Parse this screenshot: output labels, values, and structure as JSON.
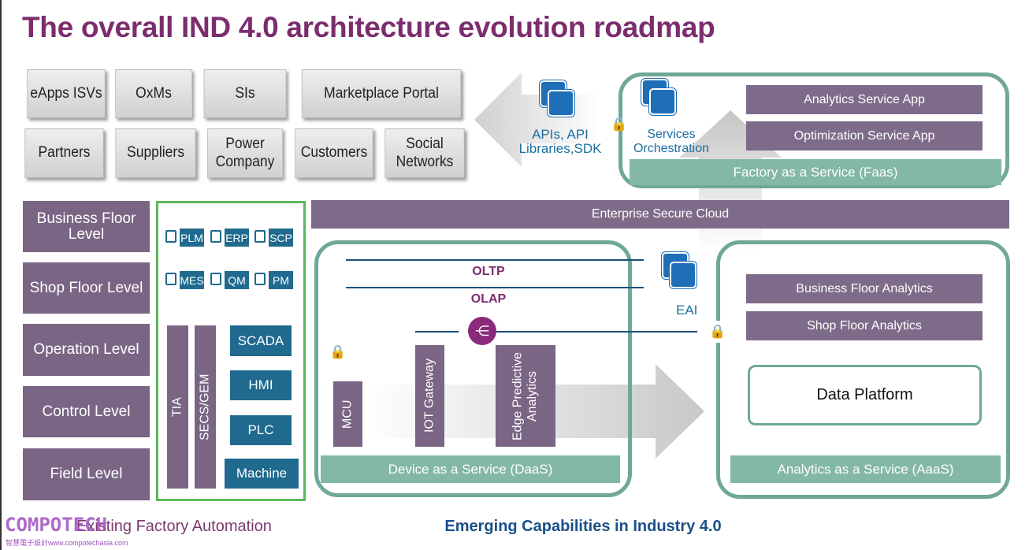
{
  "title": "The overall IND 4.0 architecture evolution roadmap",
  "ecosystem": [
    "eApps ISVs",
    "OxMs",
    "SIs",
    "Marketplace Portal",
    "Partners",
    "Suppliers",
    "Power Company",
    "Customers",
    "Social Networks"
  ],
  "apis_label": "APIs, API Libraries,SDK",
  "faas": {
    "orchestration": "Services Orchestration",
    "apps": [
      "Analytics Service App",
      "Optimization Service App"
    ],
    "bar": "Factory as a Service (Faas)"
  },
  "cloud": "Enterprise Secure Cloud",
  "levels": [
    "Business Floor Level",
    "Shop Floor Level",
    "Operation Level",
    "Control Level",
    "Field Level"
  ],
  "existing": {
    "chips": [
      "PLM",
      "ERP",
      "SCP",
      "MES",
      "QM",
      "PM"
    ],
    "vertical": [
      "TIA",
      "SECS/GEM"
    ],
    "blocks": [
      "SCADA",
      "HMI",
      "PLC",
      "Machine"
    ]
  },
  "daas": {
    "oltp": "OLTP",
    "olap": "OLAP",
    "eai": "EAI",
    "components": [
      "MCU",
      "IOT Gateway",
      "Edge Predictive Analytics"
    ],
    "bar": "Device as a Service (DaaS)"
  },
  "aaas": {
    "items": [
      "Business Floor Analytics",
      "Shop Floor Analytics"
    ],
    "platform": "Data Platform",
    "bar": "Analytics as a Service (AaaS)"
  },
  "footer": {
    "left": "Existing Factory Automation",
    "right": "Emerging Capabilities in Industry 4.0"
  },
  "logo": {
    "name": "COMPOTECH",
    "sub": "智慧電子設計www.compotechasia.com"
  },
  "colors": {
    "purple": "#7a6585",
    "teal": "#1f6a8e",
    "green": "#5cb85c",
    "container": "#6fa898",
    "title": "#7b2d6e"
  }
}
